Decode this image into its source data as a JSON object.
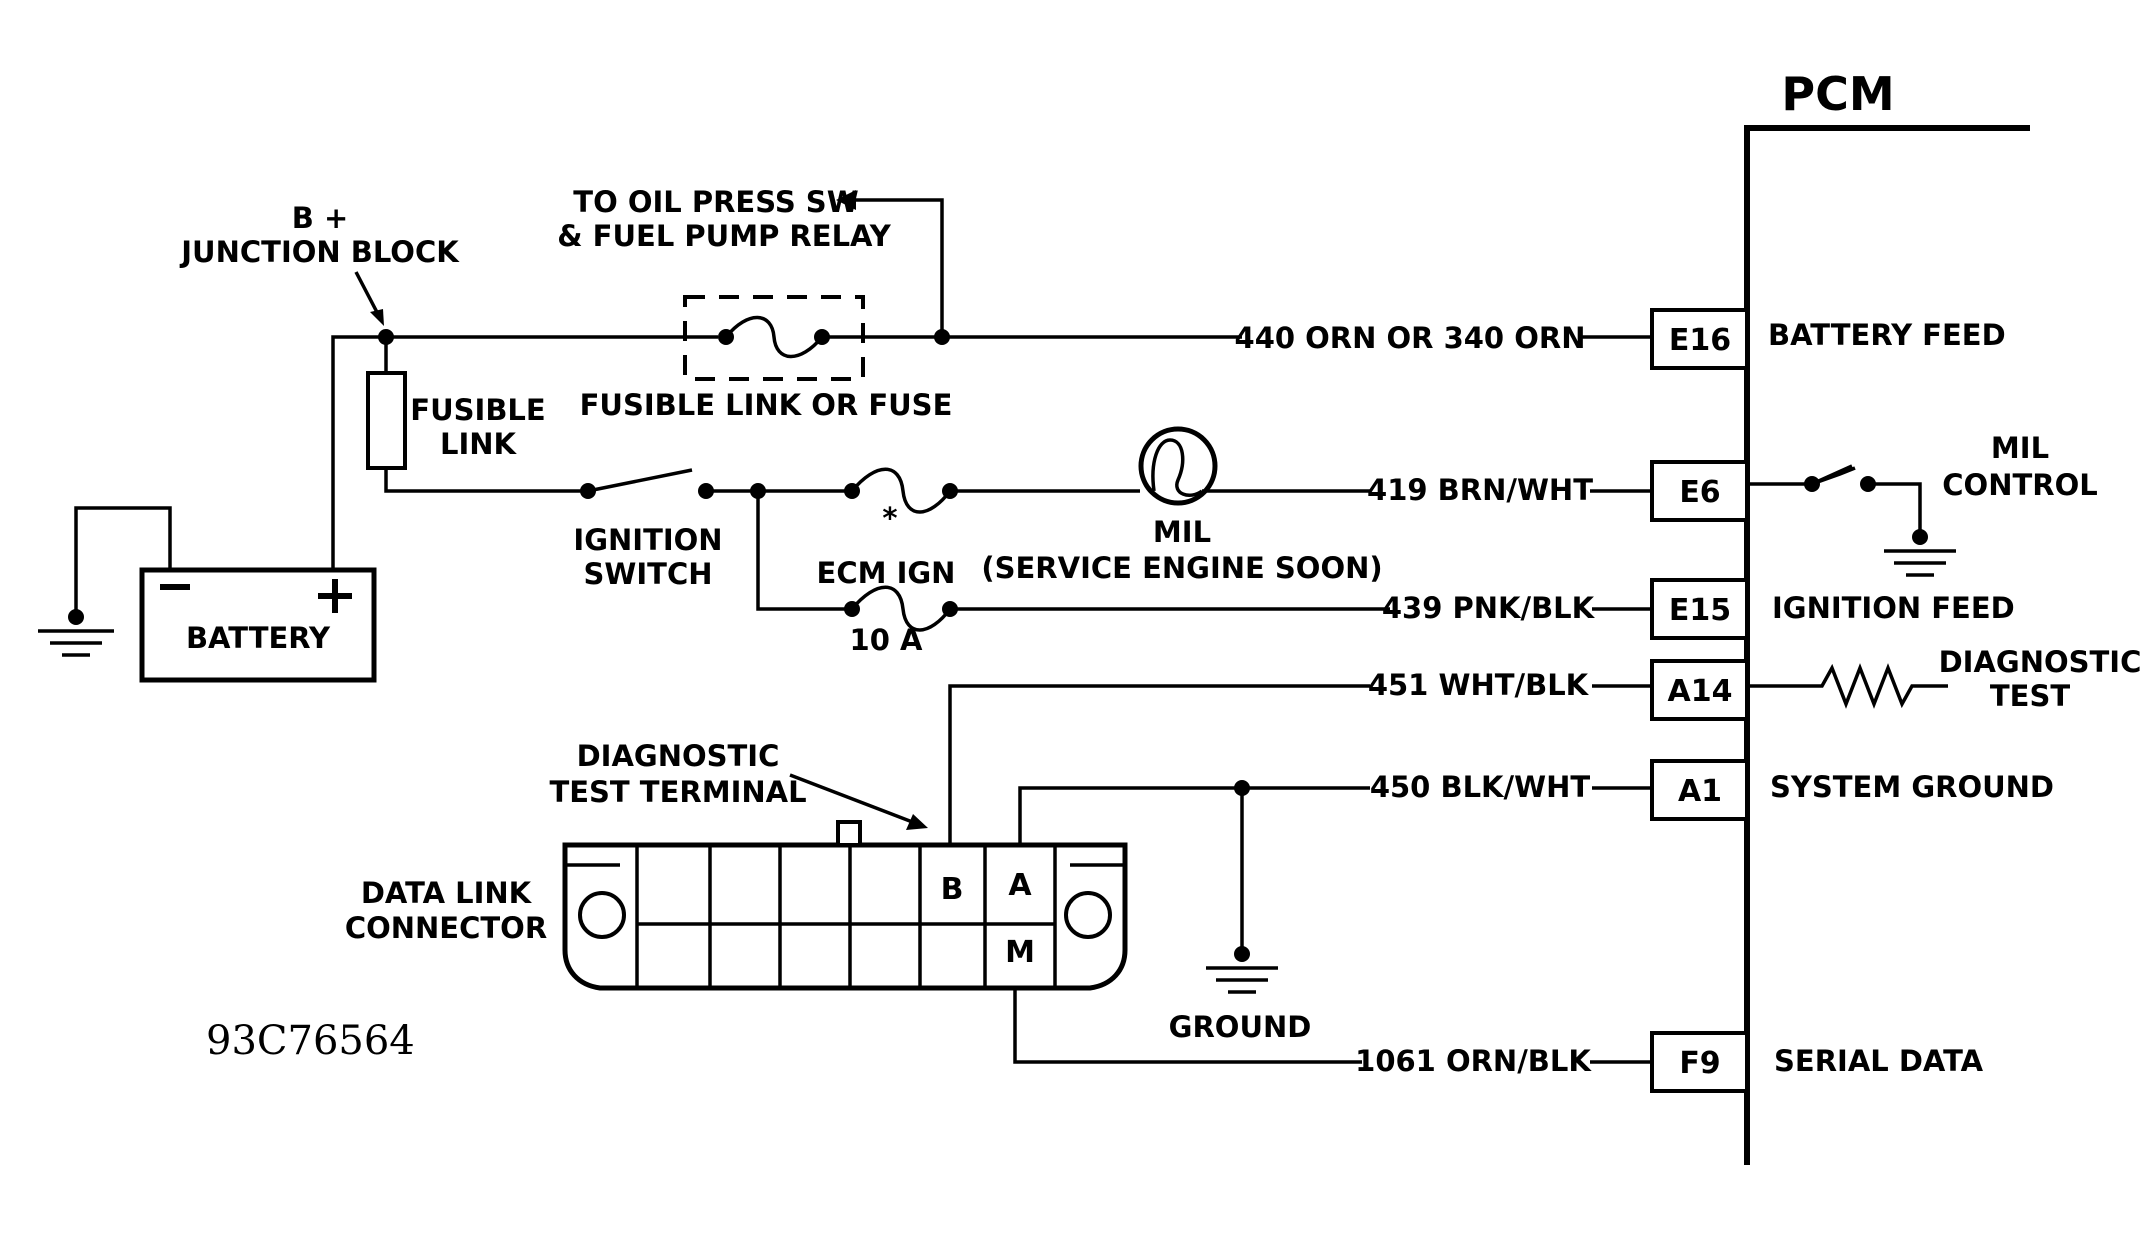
{
  "pcm": {
    "title": "PCM"
  },
  "labels": {
    "b_plus": "B +",
    "junction_block": "JUNCTION BLOCK",
    "to_oil_line1": "TO OIL PRESS SW",
    "to_oil_line2": "& FUEL PUMP RELAY",
    "fusible_link_line1": "FUSIBLE",
    "fusible_link_line2": "LINK",
    "fusible_link_or_fuse": "FUSIBLE LINK OR FUSE",
    "ignition_line1": "IGNITION",
    "ignition_line2": "SWITCH",
    "asterisk": "*",
    "ecm_ign": "ECM IGN",
    "ten_a": "10 A",
    "mil": "MIL",
    "service_engine_soon": "(SERVICE ENGINE SOON)",
    "battery_minus": "−",
    "battery_plus": "+",
    "battery": "BATTERY",
    "diag_term_line1": "DIAGNOSTIC",
    "diag_term_line2": "TEST TERMINAL",
    "dlc_line1": "DATA LINK",
    "dlc_line2": "CONNECTOR",
    "pin_b": "B",
    "pin_a": "A",
    "pin_m": "M",
    "ground": "GROUND",
    "mil_control_line1": "MIL",
    "mil_control_line2": "CONTROL",
    "diagnostic_test_line1": "DIAGNOSTIC",
    "diagnostic_test_line2": "TEST",
    "figure_code": "93C76564"
  },
  "circuits": [
    {
      "wire": "440 ORN OR 340 ORN",
      "pin": "E16",
      "function": "BATTERY FEED"
    },
    {
      "wire": "419 BRN/WHT",
      "pin": "E6",
      "function": ""
    },
    {
      "wire": "439 PNK/BLK",
      "pin": "E15",
      "function": "IGNITION FEED"
    },
    {
      "wire": "451 WHT/BLK",
      "pin": "A14",
      "function": ""
    },
    {
      "wire": "450 BLK/WHT",
      "pin": "A1",
      "function": "SYSTEM GROUND"
    },
    {
      "wire": "1061 ORN/BLK",
      "pin": "F9",
      "function": "SERIAL DATA"
    }
  ]
}
